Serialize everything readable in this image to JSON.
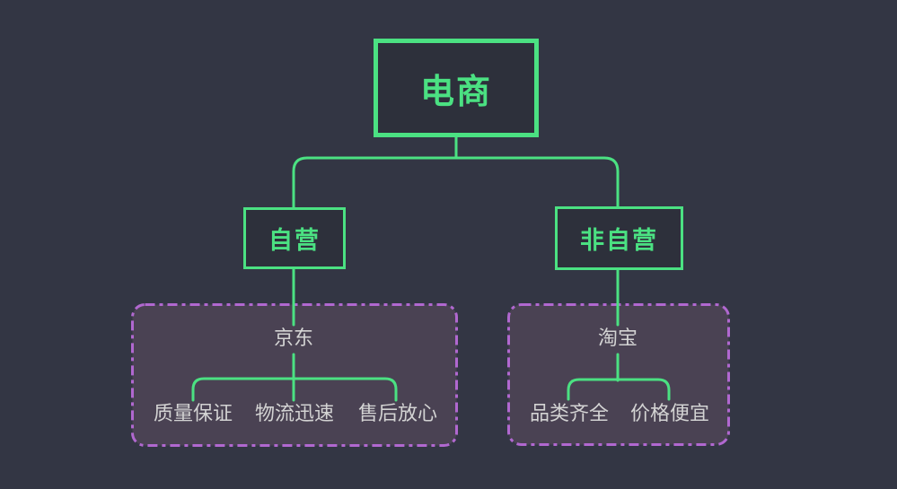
{
  "colors": {
    "background": "#333644",
    "node_green": "#4be182",
    "connector_green": "#4be182",
    "group_border_purple": "#b168d0",
    "group_fill_purple": "#4a4253",
    "label_gray": "#d3d3d3"
  },
  "tree": {
    "root": {
      "label": "电商"
    },
    "branches": [
      {
        "label": "自营",
        "group": {
          "parent": "京东",
          "children": [
            "质量保证",
            "物流迅速",
            "售后放心"
          ]
        }
      },
      {
        "label": "非自营",
        "group": {
          "parent": "淘宝",
          "children": [
            "品类齐全",
            "价格便宜"
          ]
        }
      }
    ]
  }
}
